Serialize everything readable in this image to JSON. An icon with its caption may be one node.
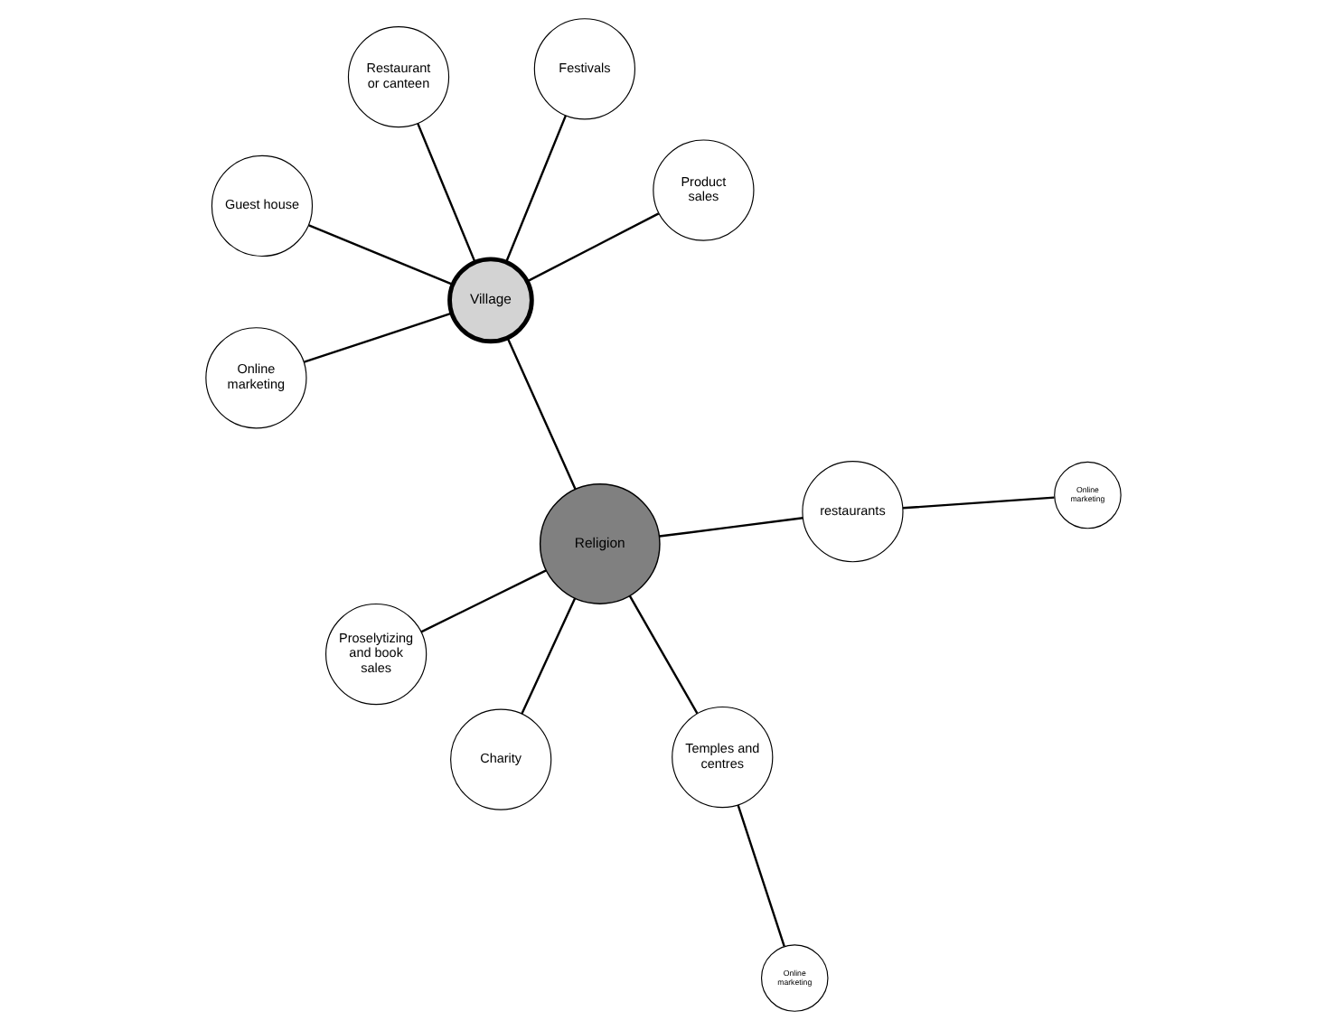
{
  "diagram": {
    "nodes": [
      {
        "text": [
          "Village"
        ]
      },
      {
        "text": [
          "Product sales"
        ]
      },
      {
        "text": [
          "Online marketing"
        ]
      },
      {
        "text": [
          "Guest house"
        ]
      },
      {
        "text": [
          "Festivals"
        ]
      },
      {
        "text": [
          "Restaurant or canteen"
        ]
      },
      {
        "text": [
          "Religion"
        ]
      },
      {
        "text": [
          "Temples and centres"
        ]
      },
      {
        "text": [
          "restaurants"
        ]
      },
      {
        "text": [
          "Online marketing"
        ]
      },
      {
        "text": [
          "Charity"
        ]
      },
      {
        "text": [
          "Proselytizing and book sales"
        ]
      },
      {
        "text": [
          "Online marketing"
        ]
      }
    ],
    "edges": [
      {
        "from": 0,
        "to": 1,
        "arrow": "none"
      },
      {
        "from": 0,
        "to": 2,
        "arrow": "none"
      },
      {
        "from": 0,
        "to": 3,
        "arrow": "none"
      },
      {
        "from": 0,
        "to": 4,
        "arrow": "none"
      },
      {
        "from": 0,
        "to": 5,
        "arrow": "none"
      },
      {
        "from": 0,
        "to": 6,
        "arrow": "none"
      },
      {
        "from": 6,
        "to": 7,
        "arrow": "none"
      },
      {
        "from": 6,
        "to": 8,
        "arrow": "none"
      },
      {
        "from": 7,
        "to": 9,
        "arrow": "none"
      },
      {
        "from": 6,
        "to": 10,
        "arrow": "none"
      },
      {
        "from": 6,
        "to": 11,
        "arrow": "none"
      },
      {
        "from": 8,
        "to": 12,
        "arrow": "none"
      }
    ]
  }
}
